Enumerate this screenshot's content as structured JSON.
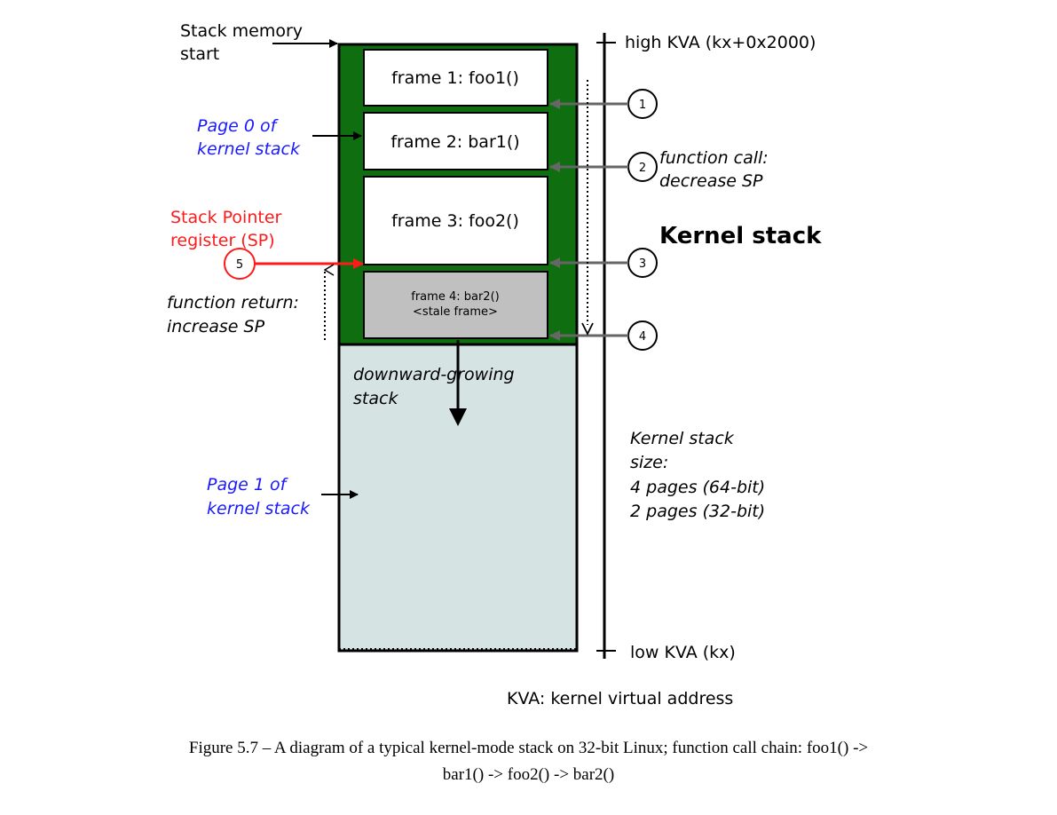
{
  "labels": {
    "stack_memory_start_line1": "Stack memory",
    "stack_memory_start_line2": "start",
    "page0_line1": "Page 0 of",
    "page0_line2": "kernel stack",
    "sp_line1": "Stack Pointer",
    "sp_line2": "register (SP)",
    "func_return_line1": "function return:",
    "func_return_line2": "increase SP",
    "downward_line1": "downward-growing",
    "downward_line2": "stack",
    "page1_line1": "Page 1 of",
    "page1_line2": "kernel stack",
    "high_kva": "high KVA (kx+0x2000)",
    "low_kva": "low KVA (kx)",
    "func_call_line1": "function call:",
    "func_call_line2": "decrease SP",
    "kernel_stack_title": "Kernel stack",
    "size_line1": "Kernel stack",
    "size_line2": "size:",
    "size_line3": "4 pages (64-bit)",
    "size_line4": "2 pages (32-bit)",
    "kva_legend": "KVA: kernel virtual address"
  },
  "frames": [
    "frame 1: foo1()",
    "frame 2: bar1()",
    "frame 3: foo2()",
    "frame 4: bar2()",
    "<stale frame>"
  ],
  "markers": [
    "1",
    "2",
    "3",
    "4",
    "5"
  ],
  "colors": {
    "used_stack": "#0f6e0f",
    "free_stack": "#d6e3e3",
    "stale_frame": "#c0c0c0",
    "sp_red": "#ff1a1a",
    "page_blue": "#1a1aff",
    "pointer_grey": "#666666"
  },
  "caption": {
    "line1": "Figure 5.7 – A diagram of a typical kernel-mode stack on 32-bit Linux; function call chain: foo1() ->",
    "line2": "bar1() -> foo2() -> bar2()"
  }
}
